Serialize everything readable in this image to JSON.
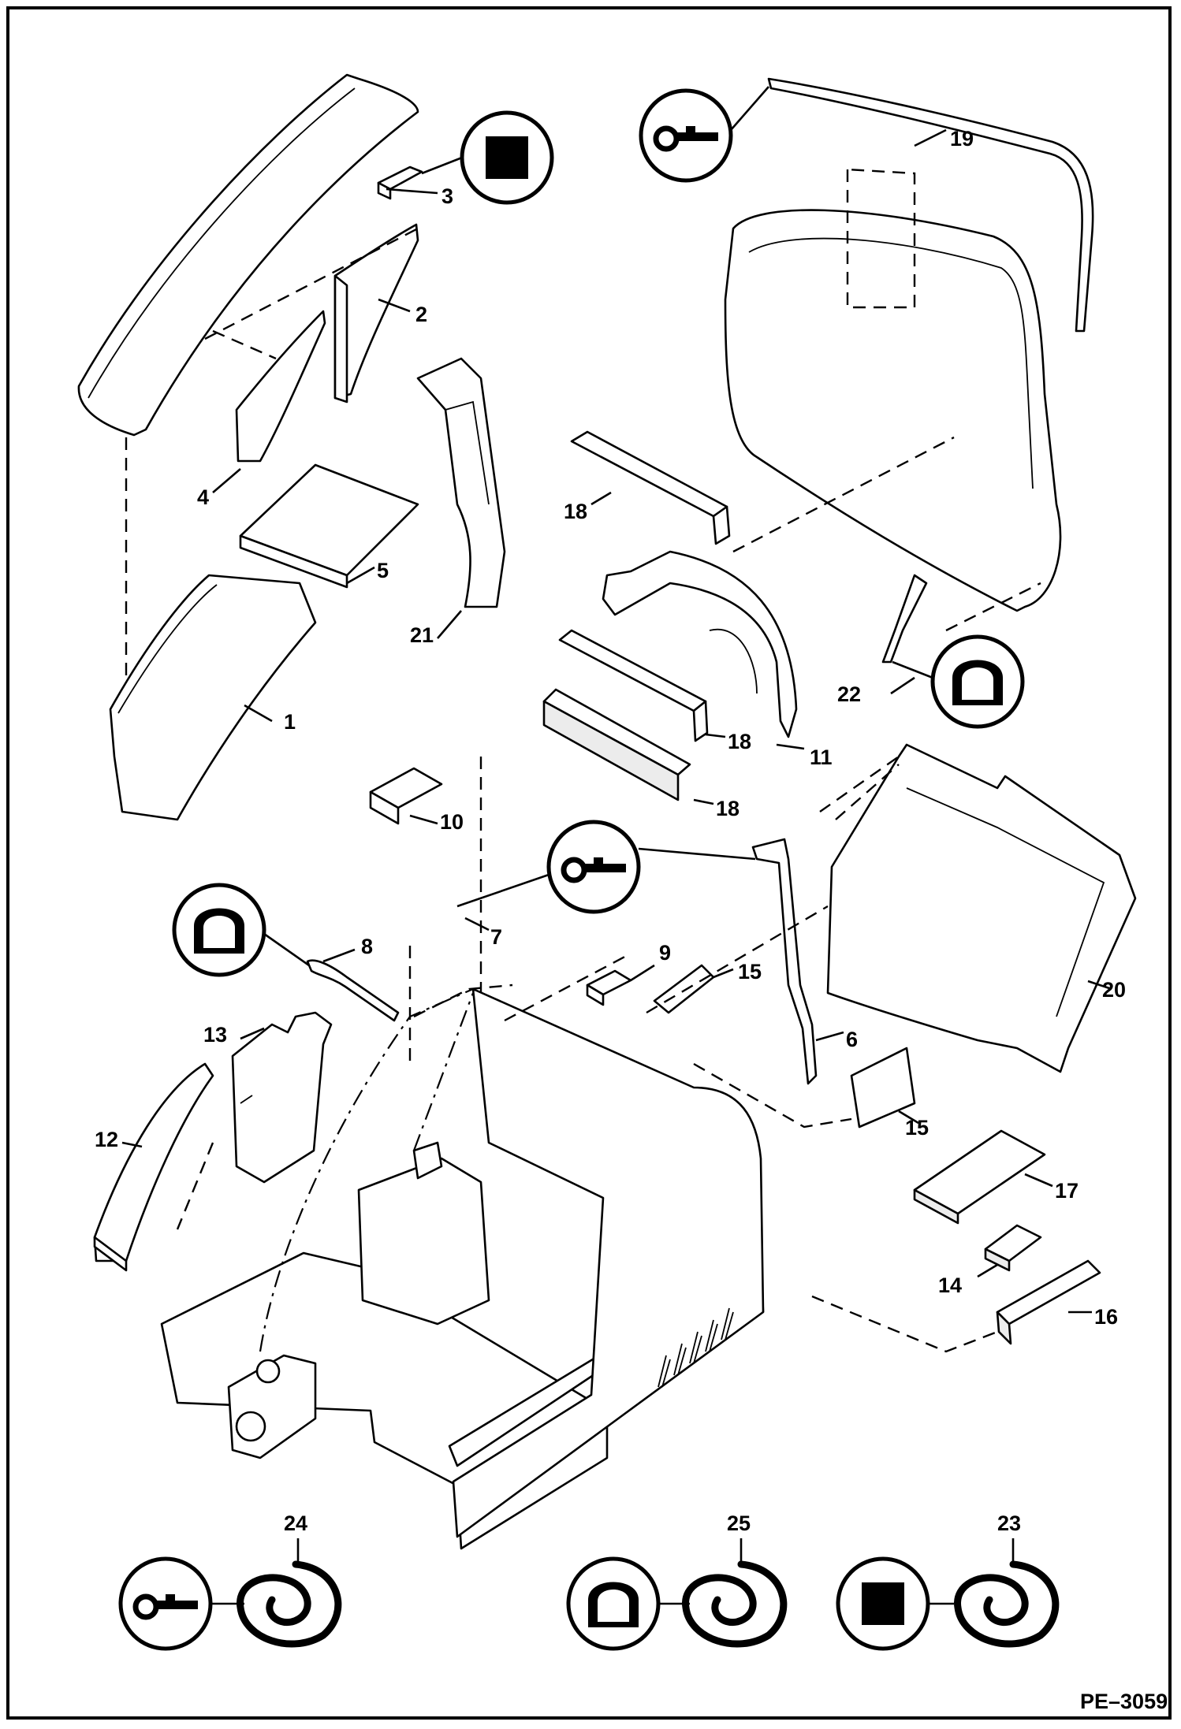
{
  "callouts": [
    "1",
    "2",
    "3",
    "4",
    "5",
    "6",
    "7",
    "8",
    "9",
    "10",
    "11",
    "12",
    "13",
    "14",
    "15",
    "15",
    "16",
    "17",
    "18",
    "18",
    "18",
    "19",
    "20",
    "21",
    "22",
    "23",
    "24",
    "25"
  ],
  "reference": "PE–3059",
  "icons": {
    "key": "key-icon",
    "block": "square-block-icon",
    "seal": "arch-seal-icon",
    "coil": "coil-icon"
  }
}
